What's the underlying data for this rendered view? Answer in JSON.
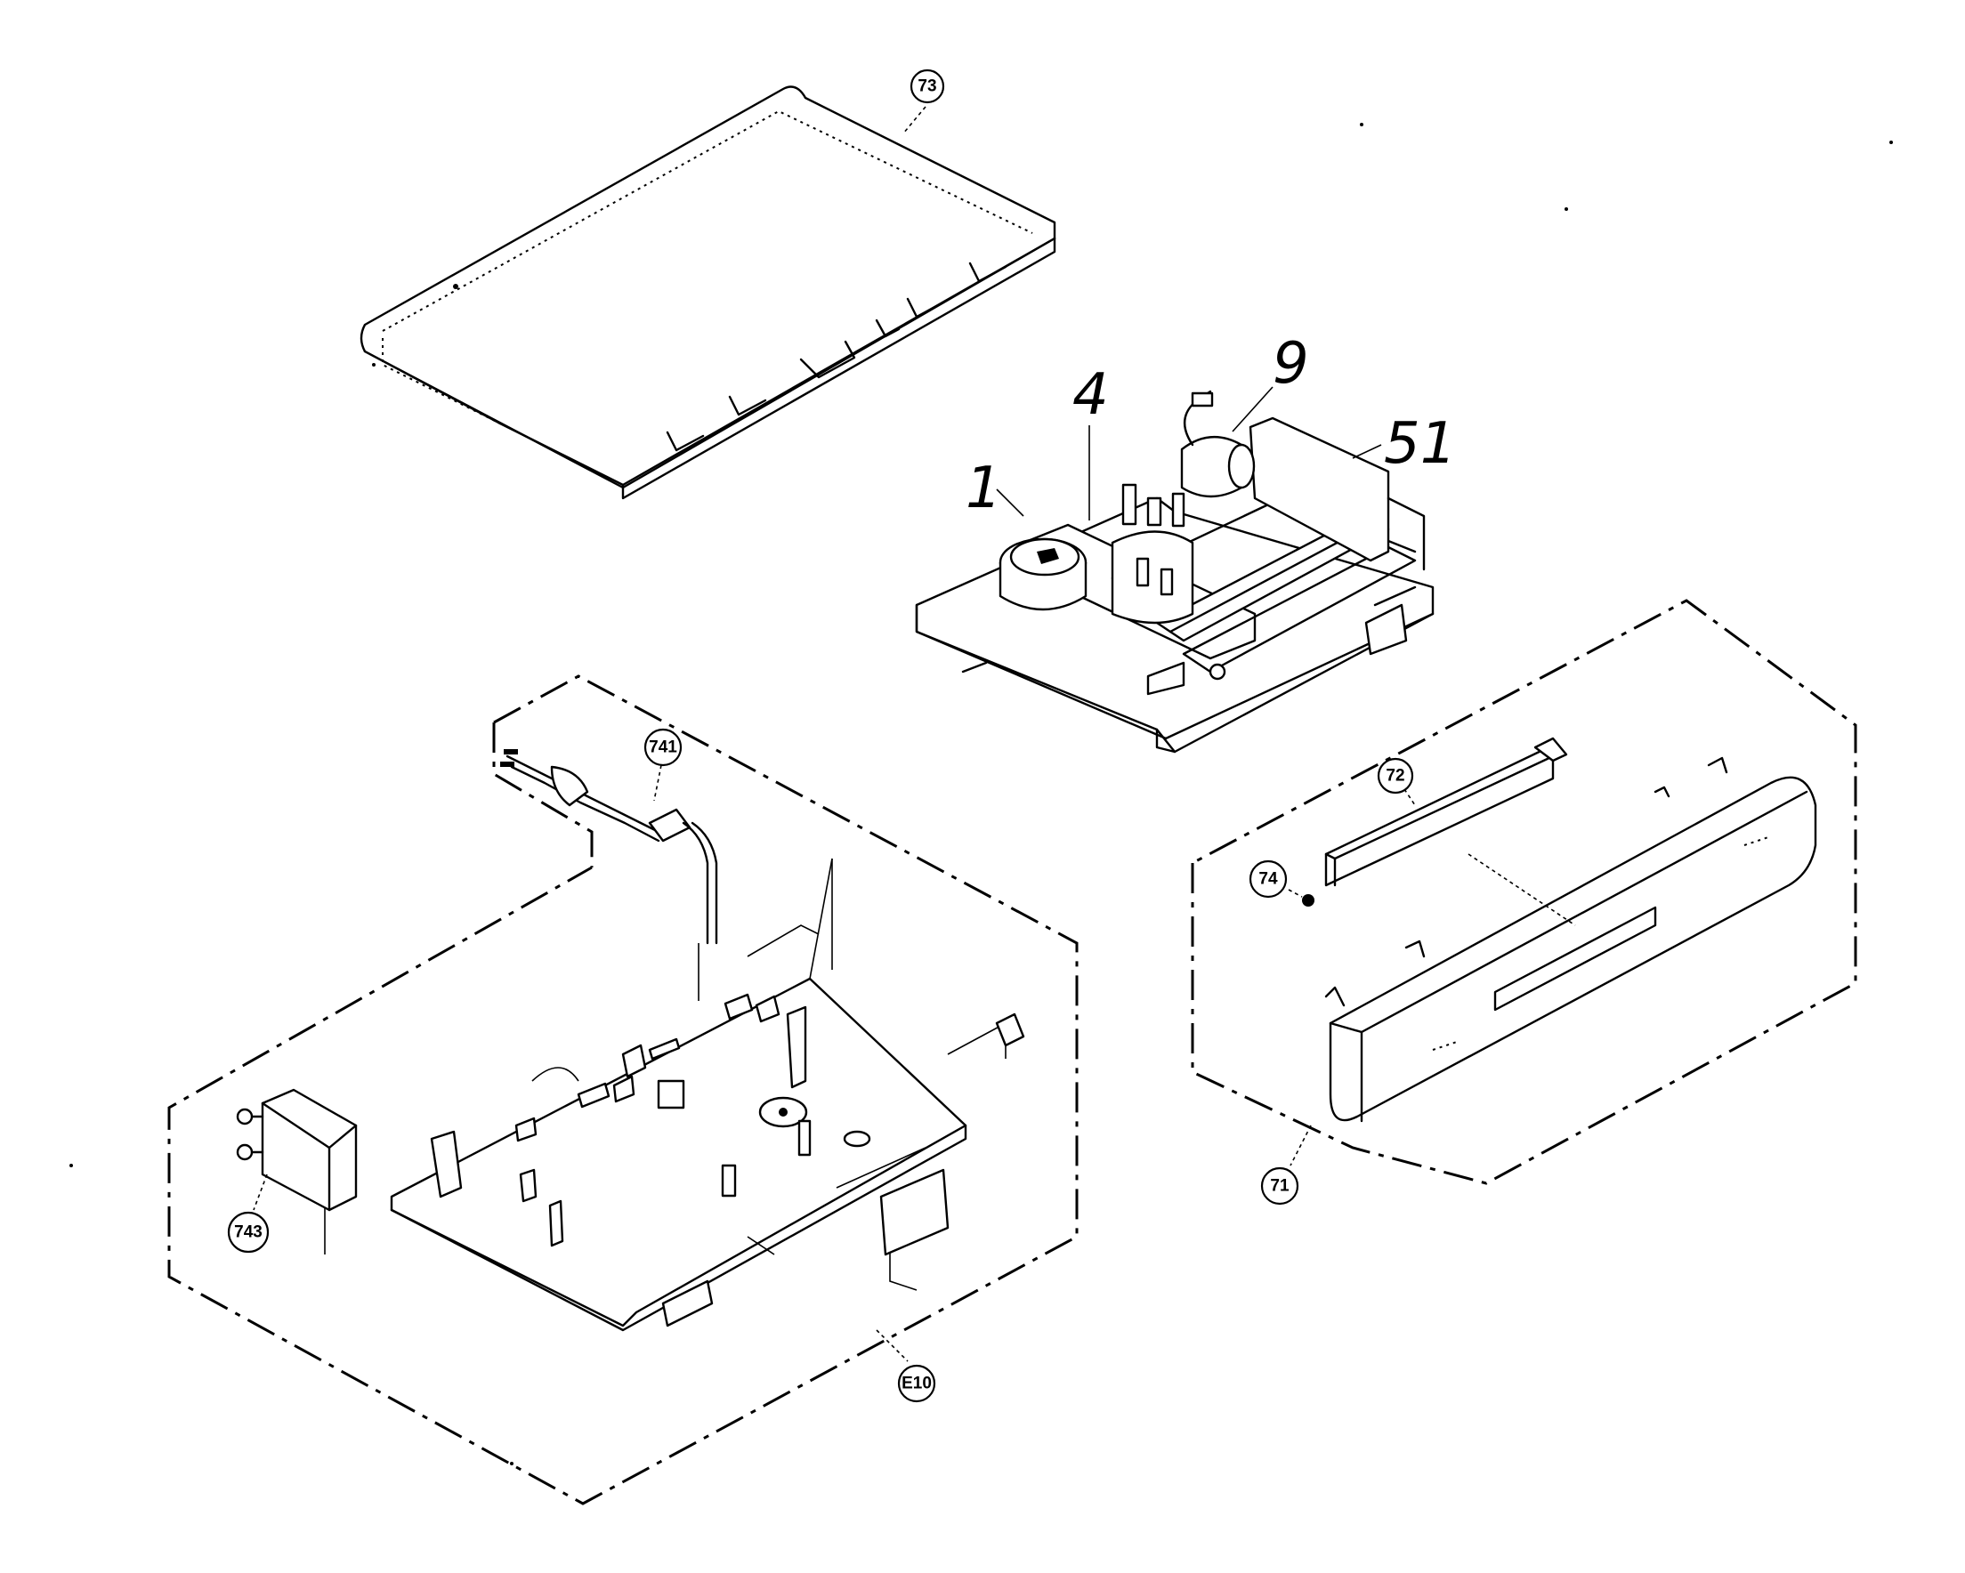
{
  "diagram": {
    "labels": {
      "top_cover": "73",
      "power_cord": "741",
      "front_panel": "71",
      "door": "72",
      "screw": "74",
      "board": "E10",
      "rf_modulator": "743"
    },
    "handwritten": {
      "part_1": "1",
      "part_4": "4",
      "part_9": "9",
      "part_51": "51"
    }
  }
}
